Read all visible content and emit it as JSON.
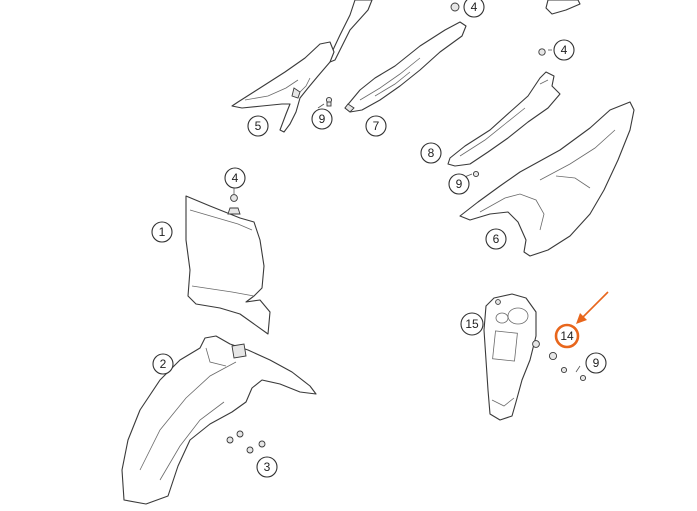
{
  "diagram": {
    "highlight_color": "#e8661c",
    "callouts": [
      {
        "id": "c4a",
        "label": "4"
      },
      {
        "id": "c4b",
        "label": "4"
      },
      {
        "id": "c5",
        "label": "5"
      },
      {
        "id": "c9a",
        "label": "9"
      },
      {
        "id": "c7",
        "label": "7"
      },
      {
        "id": "c8",
        "label": "8"
      },
      {
        "id": "c9b",
        "label": "9"
      },
      {
        "id": "c6",
        "label": "6"
      },
      {
        "id": "c4c",
        "label": "4"
      },
      {
        "id": "c1",
        "label": "1"
      },
      {
        "id": "c2",
        "label": "2"
      },
      {
        "id": "c3",
        "label": "3"
      },
      {
        "id": "c15",
        "label": "15"
      },
      {
        "id": "c14",
        "label": "14",
        "highlighted": true
      },
      {
        "id": "c9c",
        "label": "9"
      }
    ]
  }
}
